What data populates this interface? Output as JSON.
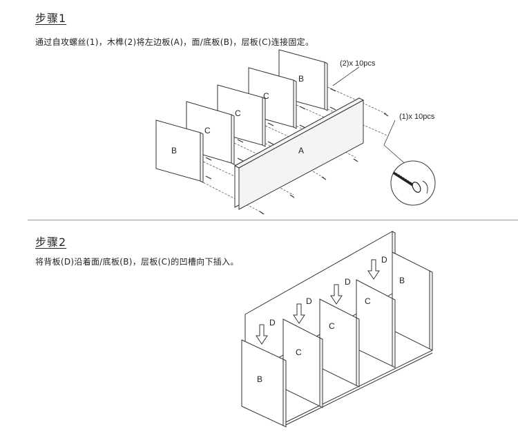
{
  "step1": {
    "title": "步骤1",
    "description": "通过自攻螺丝(1)，木榫(2)将左边板(A)，面/底板(B)，层板(C)连接固定。",
    "callout_dowel": "(2)x 10pcs",
    "callout_screw": "(1)x 10pcs",
    "labels": {
      "panel_a": "A",
      "panel_b": "B",
      "panel_c": "C"
    }
  },
  "step2": {
    "title": "步骤2",
    "description": "将背板(D)沿着面/底板(B)，层板(C)的凹槽向下插入。",
    "labels": {
      "panel_b": "B",
      "panel_c": "C",
      "panel_d": "D"
    }
  }
}
